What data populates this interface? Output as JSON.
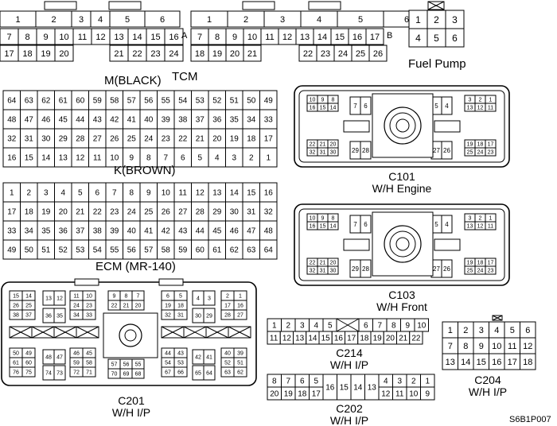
{
  "labels": {
    "fuel_pump": "Fuel Pump",
    "tcm": "TCM",
    "m_black": "M(BLACK)",
    "k_brown": "K(BROWN)",
    "ecm": "ECM (MR-140)",
    "pin_a": "A",
    "pin_b": "B",
    "c101_code": "C101",
    "c101_name": "W/H Engine",
    "c103_code": "C103",
    "c103_name": "W/H Front",
    "c201_code": "C201",
    "c201_name": "W/H I/P",
    "c214_code": "C214",
    "c214_name": "W/H I/P",
    "c202_code": "C202",
    "c202_name": "W/H I/P",
    "c204_code": "C204",
    "c204_name": "W/H I/P",
    "figure_id": "S6B1P007"
  },
  "connectors": {
    "a": {
      "top": [
        "1",
        "2",
        "3",
        "4",
        "5",
        "6"
      ],
      "mid": [
        "7",
        "8",
        "9",
        "10",
        "11",
        "12",
        "13",
        "14",
        "15",
        "16"
      ],
      "bot": [
        "17",
        "18",
        "19",
        "20",
        "21",
        "22",
        "23",
        "24"
      ]
    },
    "b": {
      "top": [
        "1",
        "2",
        "3",
        "4",
        "5",
        "6"
      ],
      "mid": [
        "7",
        "8",
        "9",
        "10",
        "11",
        "12",
        "13",
        "14",
        "15",
        "16",
        "17"
      ],
      "bot": [
        "18",
        "19",
        "20",
        "21",
        "22",
        "23",
        "24",
        "25",
        "26"
      ]
    },
    "fuel_pump": [
      "1",
      "2",
      "3",
      "4",
      "5",
      "6"
    ],
    "m_black": [
      [
        "64",
        "63",
        "62",
        "61",
        "60",
        "59",
        "58",
        "57",
        "56",
        "55",
        "54",
        "53",
        "52",
        "51",
        "50",
        "49"
      ],
      [
        "48",
        "47",
        "46",
        "45",
        "44",
        "43",
        "42",
        "41",
        "40",
        "39",
        "38",
        "37",
        "36",
        "35",
        "34",
        "33"
      ],
      [
        "32",
        "31",
        "30",
        "29",
        "28",
        "27",
        "26",
        "25",
        "24",
        "23",
        "22",
        "21",
        "20",
        "19",
        "18",
        "17"
      ],
      [
        "16",
        "15",
        "14",
        "13",
        "12",
        "11",
        "10",
        "9",
        "8",
        "7",
        "6",
        "5",
        "4",
        "3",
        "2",
        "1"
      ]
    ],
    "k_brown": [
      [
        "1",
        "2",
        "3",
        "4",
        "5",
        "6",
        "7",
        "8",
        "9",
        "10",
        "11",
        "12",
        "13",
        "14",
        "15",
        "16"
      ],
      [
        "17",
        "18",
        "19",
        "20",
        "21",
        "22",
        "23",
        "24",
        "25",
        "26",
        "27",
        "28",
        "29",
        "30",
        "31",
        "32"
      ],
      [
        "33",
        "34",
        "35",
        "36",
        "37",
        "38",
        "39",
        "40",
        "41",
        "42",
        "43",
        "44",
        "45",
        "46",
        "47",
        "48"
      ],
      [
        "49",
        "50",
        "51",
        "52",
        "53",
        "54",
        "55",
        "56",
        "57",
        "58",
        "59",
        "60",
        "61",
        "62",
        "63",
        "64"
      ]
    ],
    "wh": {
      "tl": [
        [
          "10",
          "9",
          "8"
        ],
        [
          "16",
          "15",
          "14"
        ]
      ],
      "p76": [
        "7",
        "6"
      ],
      "p54": [
        "5",
        "4"
      ],
      "tr": [
        [
          "3",
          "2",
          "1"
        ],
        [
          "13",
          "12",
          "11"
        ]
      ],
      "bl": [
        [
          "22",
          "21",
          "20"
        ],
        [
          "32",
          "31",
          "30"
        ]
      ],
      "p2928": [
        "29",
        "28"
      ],
      "p2726": [
        "27",
        "26"
      ],
      "br": [
        [
          "19",
          "18",
          "17"
        ],
        [
          "25",
          "24",
          "23"
        ]
      ]
    },
    "c201": {
      "g1": [
        [
          "15",
          "14"
        ],
        [
          "26",
          "25"
        ],
        [
          "38",
          "37"
        ]
      ],
      "g2": [
        "13",
        "12"
      ],
      "g3": [
        "36",
        "35"
      ],
      "g4": [
        [
          "11",
          "10"
        ],
        [
          "24",
          "23"
        ],
        [
          "34",
          "33"
        ]
      ],
      "g5": [
        [
          "9",
          "8",
          "7"
        ],
        [
          "22",
          "21",
          "20"
        ]
      ],
      "g6": [
        [
          "6",
          "5"
        ],
        [
          "19",
          "18"
        ],
        [
          "32",
          "31"
        ]
      ],
      "g7": [
        "4",
        "3"
      ],
      "g8": [
        "30",
        "29"
      ],
      "g9": [
        [
          "2",
          "1"
        ],
        [
          "17",
          "16"
        ],
        [
          "28",
          "27"
        ]
      ],
      "h1": [
        [
          "50",
          "49"
        ],
        [
          "61",
          "60"
        ],
        [
          "76",
          "75"
        ]
      ],
      "h2": [
        "48",
        "47"
      ],
      "h3": [
        "74",
        "73"
      ],
      "h4": [
        [
          "46",
          "45"
        ],
        [
          "59",
          "58"
        ],
        [
          "72",
          "71"
        ]
      ],
      "h5": [
        [
          "57",
          "56",
          "55"
        ],
        [
          "70",
          "69",
          "68"
        ]
      ],
      "h6": [
        [
          "44",
          "43"
        ],
        [
          "54",
          "53"
        ],
        [
          "67",
          "66"
        ]
      ],
      "h7": [
        "42",
        "41"
      ],
      "h8": [
        "65",
        "64"
      ],
      "h9": [
        [
          "40",
          "39"
        ],
        [
          "52",
          "51"
        ],
        [
          "63",
          "62"
        ]
      ]
    },
    "c214": {
      "top_left": [
        "1",
        "2",
        "3",
        "4",
        "5"
      ],
      "top_right": [
        "6",
        "7",
        "8",
        "9",
        "10"
      ],
      "bottom": [
        "11",
        "12",
        "13",
        "14",
        "15",
        "16",
        "17",
        "18",
        "19",
        "20",
        "21",
        "22"
      ]
    },
    "c202": {
      "top_left": [
        "8",
        "7",
        "6",
        "5"
      ],
      "mid": [
        "16",
        "15",
        "14",
        "13"
      ],
      "top_right": [
        "4",
        "3",
        "2",
        "1"
      ],
      "bot_left": [
        "20",
        "19",
        "18",
        "17"
      ],
      "bot_right": [
        "12",
        "11",
        "10",
        "9"
      ]
    },
    "c204": [
      [
        "1",
        "2",
        "3",
        "4",
        "5",
        "6"
      ],
      [
        "7",
        "8",
        "9",
        "10",
        "11",
        "12"
      ],
      [
        "13",
        "14",
        "15",
        "16",
        "17",
        "18"
      ]
    ]
  }
}
